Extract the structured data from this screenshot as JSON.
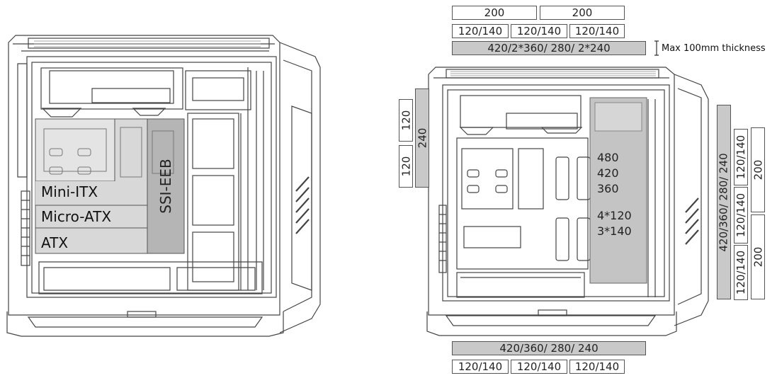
{
  "left_diagram": {
    "zones": {
      "mini_itx": "Mini-ITX",
      "micro_atx": "Micro-ATX",
      "atx": "ATX",
      "ssi_eeb": "SSI-EEB"
    }
  },
  "right_diagram": {
    "top_fans": {
      "row1": [
        "200",
        "200"
      ],
      "row2": [
        "120/140",
        "120/140",
        "120/140"
      ],
      "radiator": "420/2*360/ 280/ 2*240",
      "thickness_note": "Max 100mm thickness"
    },
    "rear_fans": {
      "fan_a": "120",
      "fan_b": "120",
      "radiator": "240"
    },
    "side_bracket": {
      "rad_sizes": [
        "480",
        "420",
        "360"
      ],
      "fan_sizes": [
        "4*120",
        "3*140"
      ]
    },
    "front_fans": {
      "radiator": "420/360/ 280/ 240",
      "fans_120_140": [
        "120/140",
        "120/140",
        "120/140"
      ],
      "fans_200": [
        "200",
        "200"
      ]
    },
    "bottom_fans": {
      "radiator": "420/360/ 280/ 240",
      "fans": [
        "120/140",
        "120/140",
        "120/140"
      ]
    }
  }
}
